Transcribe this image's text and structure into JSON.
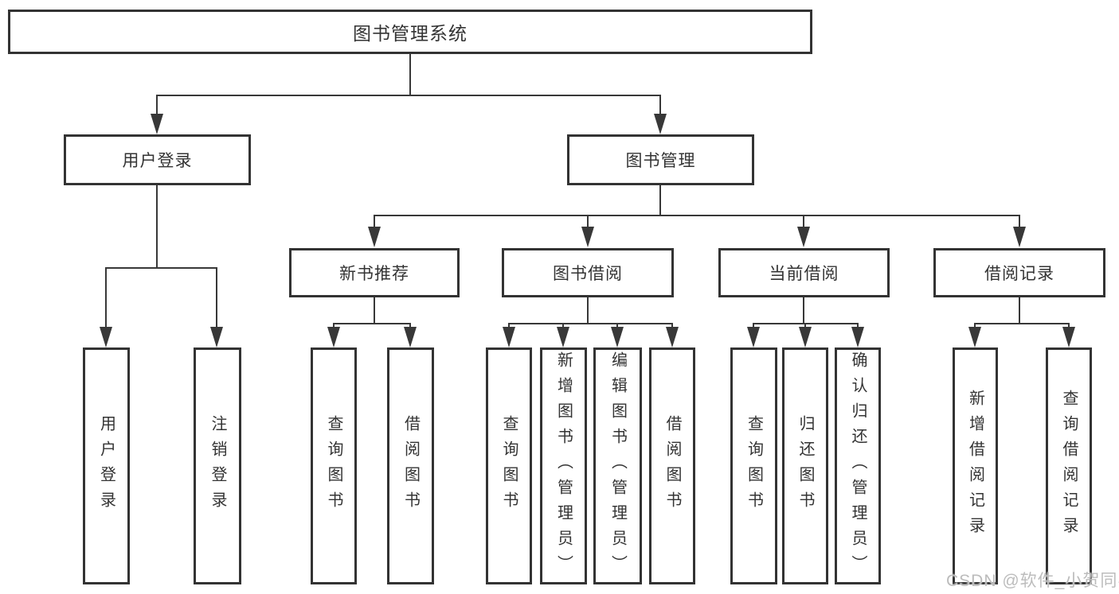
{
  "diagram": {
    "root": {
      "label": "图书管理系统",
      "children": [
        {
          "label": "用户登录",
          "children": [
            {
              "label": "用户登录"
            },
            {
              "label": "注销登录"
            }
          ]
        },
        {
          "label": "图书管理",
          "children": [
            {
              "label": "新书推荐",
              "children": [
                {
                  "label": "查询图书"
                },
                {
                  "label": "借阅图书"
                }
              ]
            },
            {
              "label": "图书借阅",
              "children": [
                {
                  "label": "查询图书"
                },
                {
                  "label": "新增图书（管理员）"
                },
                {
                  "label": "编辑图书（管理员）"
                },
                {
                  "label": "借阅图书"
                }
              ]
            },
            {
              "label": "当前借阅",
              "children": [
                {
                  "label": "查询图书"
                },
                {
                  "label": "归还图书"
                },
                {
                  "label": "确认归还（管理员）"
                }
              ]
            },
            {
              "label": "借阅记录",
              "children": [
                {
                  "label": "新增借阅记录"
                },
                {
                  "label": "查询借阅记录"
                }
              ]
            }
          ]
        }
      ]
    }
  },
  "watermark": {
    "text": "CSDN @软件_小贺同学"
  },
  "colors": {
    "line": "#383838",
    "box_border": "#333333",
    "text": "#333333",
    "watermark": "#bcbcbc",
    "background": "#ffffff"
  }
}
